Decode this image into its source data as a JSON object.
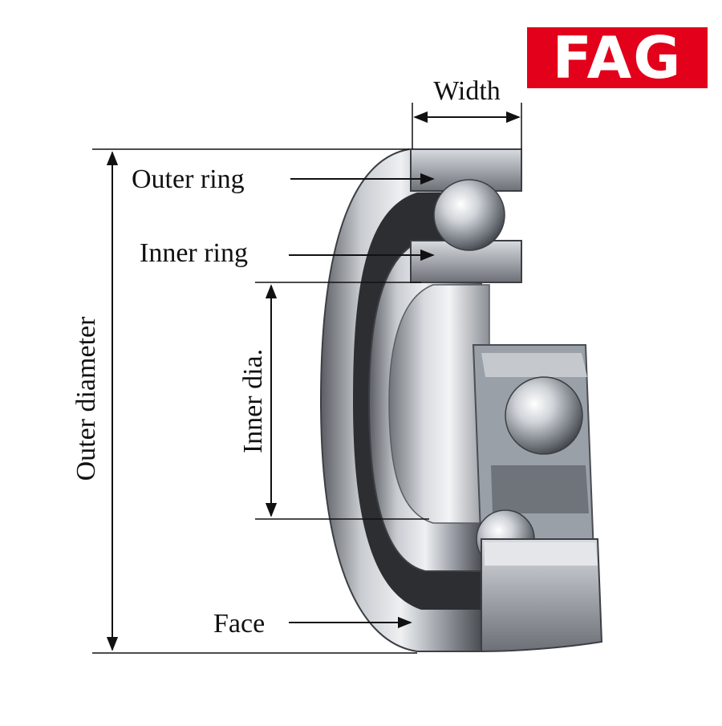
{
  "brand": {
    "logo_text": "FAG",
    "color": "#e2001a"
  },
  "diagram": {
    "labels": {
      "width": "Width",
      "outer_ring": "Outer ring",
      "inner_ring": "Inner ring",
      "inner_dia": "Inner dia.",
      "outer_diameter": "Outer diameter",
      "face": "Face"
    }
  }
}
